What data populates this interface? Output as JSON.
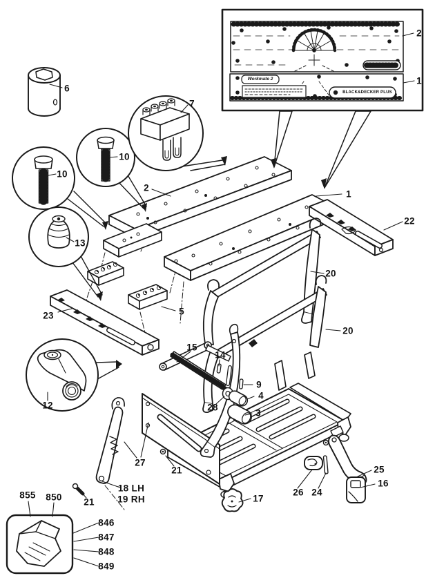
{
  "diagram": {
    "inset": {
      "workmate_label": "Workmate 2",
      "brand_label": "BLACK&DECKER PLUS"
    },
    "callouts": {
      "inset_board_top": "2",
      "inset_board_bottom": "1",
      "spacer_sleeve": "6",
      "bolt_left": "10",
      "bolt_right": "10",
      "swivel_grip": "7",
      "board_rear": "2",
      "board_front": "1",
      "rail_right": "22",
      "knob": "13",
      "rail_left": "23",
      "peg_block": "5",
      "h_frame_upper": "20",
      "h_frame_lower": "20",
      "crank_rod": "15",
      "pin_14": "14",
      "pin_9": "9",
      "spacer_4": "4",
      "roller_3": "3",
      "washer_28": "28",
      "clamp_nut": "12",
      "spring": "27",
      "screw_21_base": "21",
      "screw_21_leg": "21",
      "leg_left_lh": "18 LH",
      "leg_left_rh": "19 RH",
      "caster_foot": "17",
      "cap_26": "26",
      "pin_24": "24",
      "leg_right": "25",
      "foot_pad": "16",
      "kit_855": "855",
      "kit_850": "850",
      "kit_846": "846",
      "kit_847": "847",
      "kit_848": "848",
      "kit_849": "849"
    },
    "colors": {
      "ink": "#1a1a1a",
      "paper": "#ffffff"
    }
  }
}
